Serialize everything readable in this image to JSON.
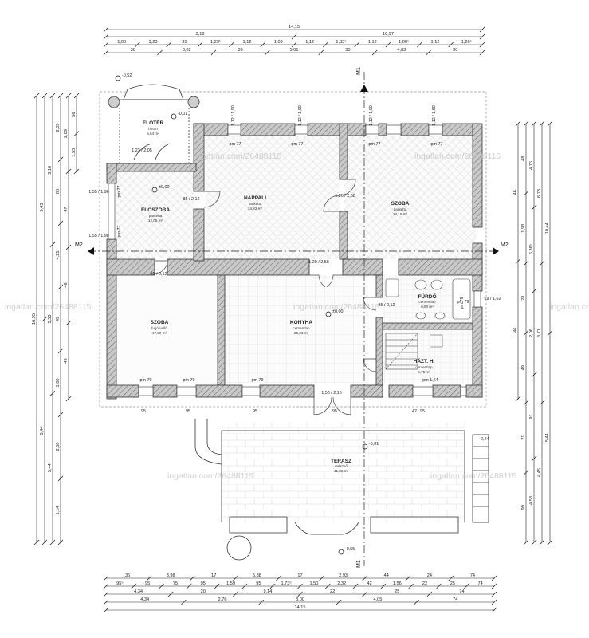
{
  "watermark": "ingatlan.com/26488115",
  "rooms": {
    "eloter": {
      "name": "ELŐTÉR",
      "floor": "beton",
      "area": "5,64 m²"
    },
    "eloszoba": {
      "name": "ELŐSZOBA",
      "floor": "parketta",
      "area": "12,05 m²"
    },
    "nappali": {
      "name": "NAPPALI",
      "floor": "parketta",
      "area": "34,82 m²"
    },
    "szoba_ne": {
      "name": "SZOBA",
      "floor": "parketta",
      "area": "24,19 m²"
    },
    "szoba_sw": {
      "name": "SZOBA",
      "floor": "hajópadló",
      "area": "17,60 m²"
    },
    "konyha": {
      "name": "KONYHA",
      "floor": "cementlap",
      "area": "25,23 m²"
    },
    "furdo": {
      "name": "FÜRDŐ",
      "floor": "cementlap",
      "area": "6,50 m²"
    },
    "haztartas": {
      "name": "HÁZT. H.",
      "floor": "cementlap",
      "area": "6,75 m²"
    },
    "terasz": {
      "name": "TERASZ",
      "floor": "mészkő",
      "area": "41,86 m²"
    }
  },
  "sections": {
    "m1": "M1",
    "m2": "M2"
  },
  "levels": {
    "top": "-0,52",
    "eloter": "-0,01",
    "eloszoba": "±0,00",
    "konyha": "±0,00",
    "terasz": "-0,01",
    "bottom": "-0,55",
    "stair": "2,24"
  },
  "top_dims": {
    "row1": [
      "14,15"
    ],
    "row2": [
      "3,18",
      "10,97"
    ],
    "row3": [
      "1,00",
      "1,23",
      "95",
      "1,29⁵",
      "1,12",
      "1,09",
      "1,12",
      "1,83⁵",
      "1,12",
      "1,00⁵",
      "1,12",
      "1,26⁵"
    ],
    "row4": [
      "30",
      "3,02",
      "39",
      "5,01",
      "30",
      "4,83",
      "30"
    ]
  },
  "bottom_dims": {
    "row1": [
      "36",
      "3,98",
      "17",
      "5,88",
      "17",
      "2,93",
      "44",
      "24",
      "74"
    ],
    "row2": [
      "95⁵",
      "95",
      "75",
      "95",
      "1,59",
      "95",
      "1,73⁵",
      "1,50",
      "2,32",
      "42",
      "1,56",
      "22",
      "25",
      "74"
    ],
    "row3": [
      "4,34",
      "20",
      "9,14",
      "22",
      "25",
      "74"
    ],
    "row4": [
      "4,34",
      "2,76",
      "3,00",
      "4,05",
      "74"
    ],
    "row5": [
      "14,15"
    ]
  },
  "left_dims": {
    "outer": [
      "16,95"
    ],
    "c2": [
      "9,43",
      "5,44"
    ],
    "c3": [
      "3,10",
      "5,53",
      "5,44"
    ],
    "c4": [
      "2,09",
      "80",
      "4,25",
      "49",
      "1,80",
      "2,50",
      "1,14"
    ],
    "c5": [
      "2,09",
      "47",
      "46",
      "49"
    ],
    "c6": [
      "56",
      "1,53"
    ]
  },
  "right_dims": {
    "outer": [
      "10,44",
      "5,44"
    ],
    "c2": [
      "6,73",
      "3,71",
      "4,45"
    ],
    "c3": [
      "4,76",
      "6,36⁵",
      "2,06",
      "91",
      "4,53"
    ],
    "c4": [
      "48",
      "1,93",
      "28",
      "49",
      "21",
      "99"
    ],
    "c5": [
      "46",
      "46"
    ]
  },
  "openings": {
    "win_top": [
      "1,12\n1,90",
      "1,12\n1,90",
      "1,12\n1,90",
      "1,12\n1,60"
    ],
    "pm77": [
      "pm 77",
      "pm 77",
      "pm 77",
      "pm 77",
      "pm 77",
      "pm 77"
    ],
    "pm79": [
      "pm 79",
      "pm 79",
      "pm 79",
      "pm 79"
    ],
    "doors": [
      "85\n2,12",
      "1,20\n2,58",
      "1,20\n2,58",
      "85\n2,12",
      "85\n2,12",
      "1,50\n2,16",
      "1,55\n1,96",
      "1,55\n1,98",
      "1,23\n2,05",
      "69\n1,62",
      "pm 1,64",
      "pm 79",
      "95",
      "95",
      "95",
      "95",
      "42",
      "95"
    ]
  }
}
